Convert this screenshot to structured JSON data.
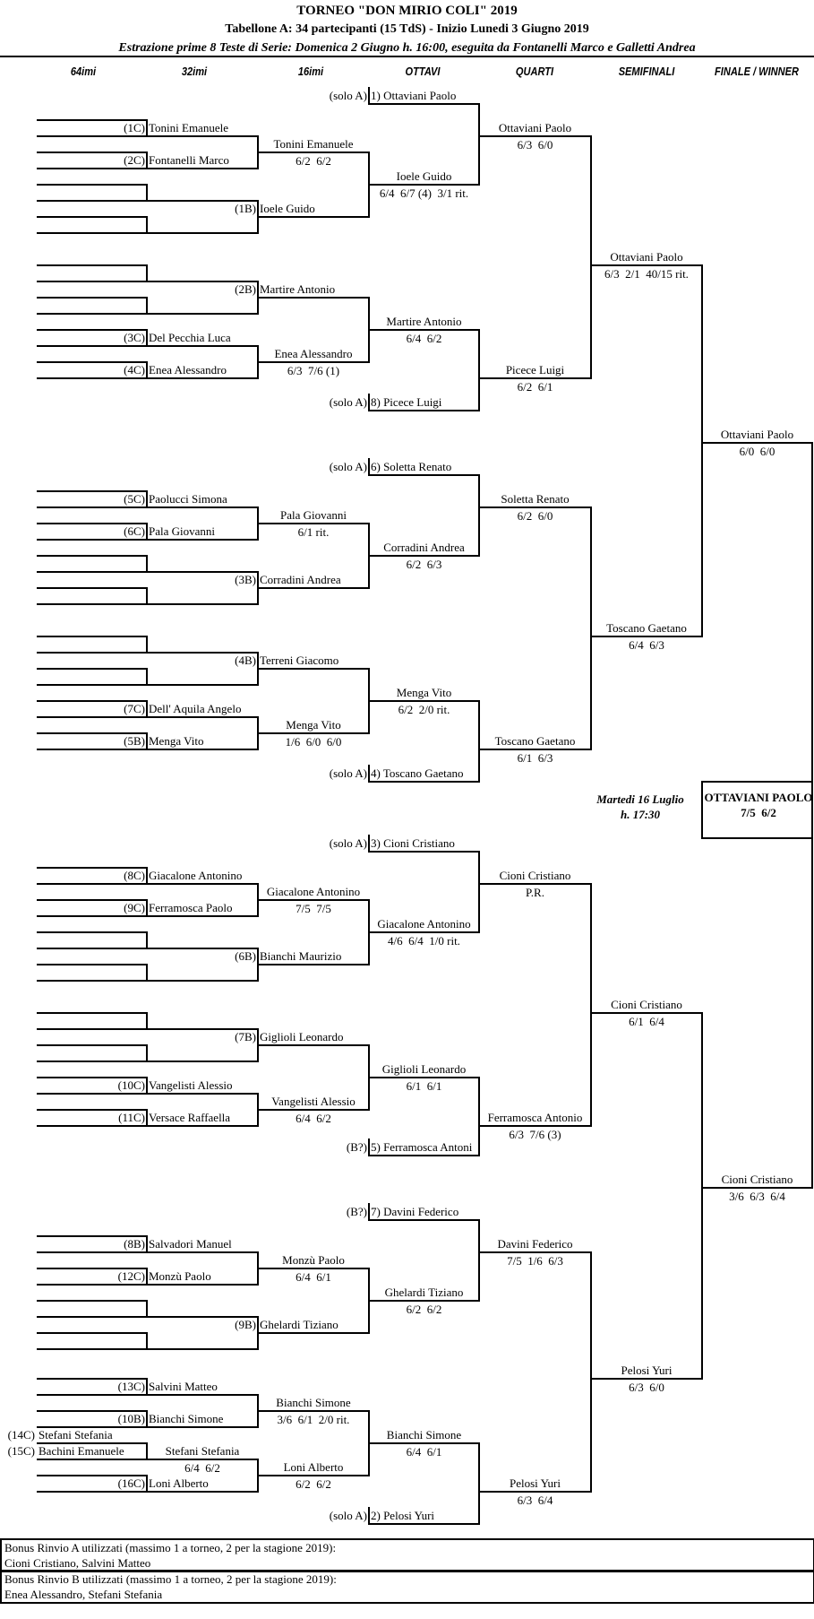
{
  "header": {
    "title": "TORNEO  \"DON  MIRIO  COLI\"  2019",
    "subtitle": "Tabellone A: 34 partecipanti (15 TdS) - Inizio Lunedi 3 Giugno 2019",
    "draw_info": "Estrazione prime 8 Teste di Serie: Domenica 2 Giugno h. 16:00, eseguita da Fontanelli Marco e Galletti Andrea"
  },
  "columns": [
    "64imi",
    "32imi",
    "16imi",
    "OTTAVI",
    "QUARTI",
    "SEMIFINALI",
    "FINALE / WINNER"
  ],
  "bracket": {
    "entries": [
      {
        "seed": "(solo A)",
        "name": "1) Ottaviani Paolo"
      },
      {
        "seed": "(1C)",
        "name": "Tonini Emanuele"
      },
      {
        "seed": "(2C)",
        "name": "Fontanelli Marco"
      },
      {
        "name": "Tonini Emanuele",
        "score": "6/2  6/2"
      },
      {
        "seed": "(1B)",
        "name": "Ioele Guido"
      },
      {
        "name": "Ioele Guido",
        "score": "6/4  6/7 (4)  3/1 rit."
      },
      {
        "name": "Ottaviani Paolo",
        "score": "6/3  6/0"
      },
      {
        "seed": "(2B)",
        "name": "Martire Antonio"
      },
      {
        "seed": "(3C)",
        "name": "Del Pecchia Luca"
      },
      {
        "seed": "(4C)",
        "name": "Enea Alessandro"
      },
      {
        "name": "Enea Alessandro",
        "score": "6/3  7/6 (1)"
      },
      {
        "name": "Martire Antonio",
        "score": "6/4  6/2"
      },
      {
        "seed": "(solo A)",
        "name": "8) Picece Luigi"
      },
      {
        "name": "Picece Luigi",
        "score": "6/2  6/1"
      },
      {
        "name": "Ottaviani Paolo",
        "score": "6/3  2/1  40/15 rit."
      },
      {
        "name": "Ottaviani Paolo",
        "score": "6/0  6/0"
      },
      {
        "seed": "(solo A)",
        "name": "6) Soletta Renato"
      },
      {
        "seed": "(5C)",
        "name": "Paolucci Simona"
      },
      {
        "seed": "(6C)",
        "name": "Pala Giovanni"
      },
      {
        "name": "Pala Giovanni",
        "score": "6/1 rit."
      },
      {
        "seed": "(3B)",
        "name": "Corradini Andrea"
      },
      {
        "name": "Corradini Andrea",
        "score": "6/2  6/3"
      },
      {
        "name": "Soletta Renato",
        "score": "6/2  6/0"
      },
      {
        "seed": "(4B)",
        "name": "Terreni Giacomo"
      },
      {
        "seed": "(7C)",
        "name": "Dell' Aquila Angelo"
      },
      {
        "seed": "(5B)",
        "name": "Menga Vito"
      },
      {
        "name": "Menga Vito",
        "score": "1/6  6/0  6/0"
      },
      {
        "name": "Menga Vito",
        "score": "6/2  2/0 rit."
      },
      {
        "seed": "(solo A)",
        "name": "4) Toscano Gaetano"
      },
      {
        "name": "Toscano Gaetano",
        "score": "6/1  6/3"
      },
      {
        "name": "Toscano Gaetano",
        "score": "6/4  6/3"
      },
      {
        "seed": "(solo A)",
        "name": "3) Cioni Cristiano"
      },
      {
        "seed": "(8C)",
        "name": "Giacalone Antonino"
      },
      {
        "seed": "(9C)",
        "name": "Ferramosca Paolo"
      },
      {
        "name": "Giacalone Antonino",
        "score": "7/5  7/5"
      },
      {
        "seed": "(6B)",
        "name": "Bianchi Maurizio"
      },
      {
        "name": "Giacalone Antonino",
        "score": "4/6  6/4  1/0 rit."
      },
      {
        "name": "Cioni Cristiano",
        "score": "P.R."
      },
      {
        "seed": "(7B)",
        "name": "Giglioli Leonardo"
      },
      {
        "seed": "(10C)",
        "name": "Vangelisti Alessio"
      },
      {
        "seed": "(11C)",
        "name": "Versace Raffaella"
      },
      {
        "name": "Vangelisti Alessio",
        "score": "6/4  6/2"
      },
      {
        "name": "Giglioli Leonardo",
        "score": "6/1  6/1"
      },
      {
        "seed": "(B?)",
        "name": "5) Ferramosca Antoni"
      },
      {
        "name": "Ferramosca Antonio",
        "score": "6/3  7/6 (3)"
      },
      {
        "name": "Cioni Cristiano",
        "score": "6/1  6/4"
      },
      {
        "name": "Cioni Cristiano",
        "score": "3/6  6/3  6/4"
      },
      {
        "seed": "(B?)",
        "name": "7) Davini Federico"
      },
      {
        "seed": "(8B)",
        "name": "Salvadori Manuel"
      },
      {
        "seed": "(12C)",
        "name": "Monzù Paolo"
      },
      {
        "name": "Monzù Paolo",
        "score": "6/4  6/1"
      },
      {
        "seed": "(9B)",
        "name": "Ghelardi Tiziano"
      },
      {
        "name": "Ghelardi Tiziano",
        "score": "6/2  6/2"
      },
      {
        "name": "Davini Federico",
        "score": "7/5  1/6  6/3"
      },
      {
        "name": "Pelosi Yuri",
        "score": "6/3  6/0"
      },
      {
        "seed": "(13C)",
        "name": "Salvini Matteo"
      },
      {
        "seed": "(10B)",
        "name": "Bianchi Simone"
      },
      {
        "name": "Bianchi Simone",
        "score": "3/6  6/1  2/0 rit."
      },
      {
        "seed": "(14C)",
        "name": "Stefani Stefania"
      },
      {
        "seed": "(15C)",
        "name": "Bachini Emanuele"
      },
      {
        "name": "Stefani Stefania",
        "score": "6/4  6/2"
      },
      {
        "seed": "(16C)",
        "name": "Loni Alberto"
      },
      {
        "name": "Loni Alberto",
        "score": "6/2  6/2"
      },
      {
        "name": "Bianchi Simone",
        "score": "6/4  6/1"
      },
      {
        "seed": "(solo A)",
        "name": "2) Pelosi Yuri"
      },
      {
        "name": "Pelosi Yuri",
        "score": "6/3  6/4"
      }
    ]
  },
  "final": {
    "date": "Martedi 16 Luglio",
    "time": "h. 17:30",
    "winner": "OTTAVIANI PAOLO",
    "score": "7/5  6/2"
  },
  "footer": {
    "bonus_a_label": "Bonus Rinvio A utilizzati (massimo 1 a torneo, 2 per la stagione 2019):",
    "bonus_a_names": "Cioni Cristiano, Salvini Matteo",
    "bonus_b_label": "Bonus Rinvio B utilizzati (massimo 1 a torneo, 2 per la stagione 2019):",
    "bonus_b_names": "Enea Alessandro, Stefani Stefania"
  }
}
